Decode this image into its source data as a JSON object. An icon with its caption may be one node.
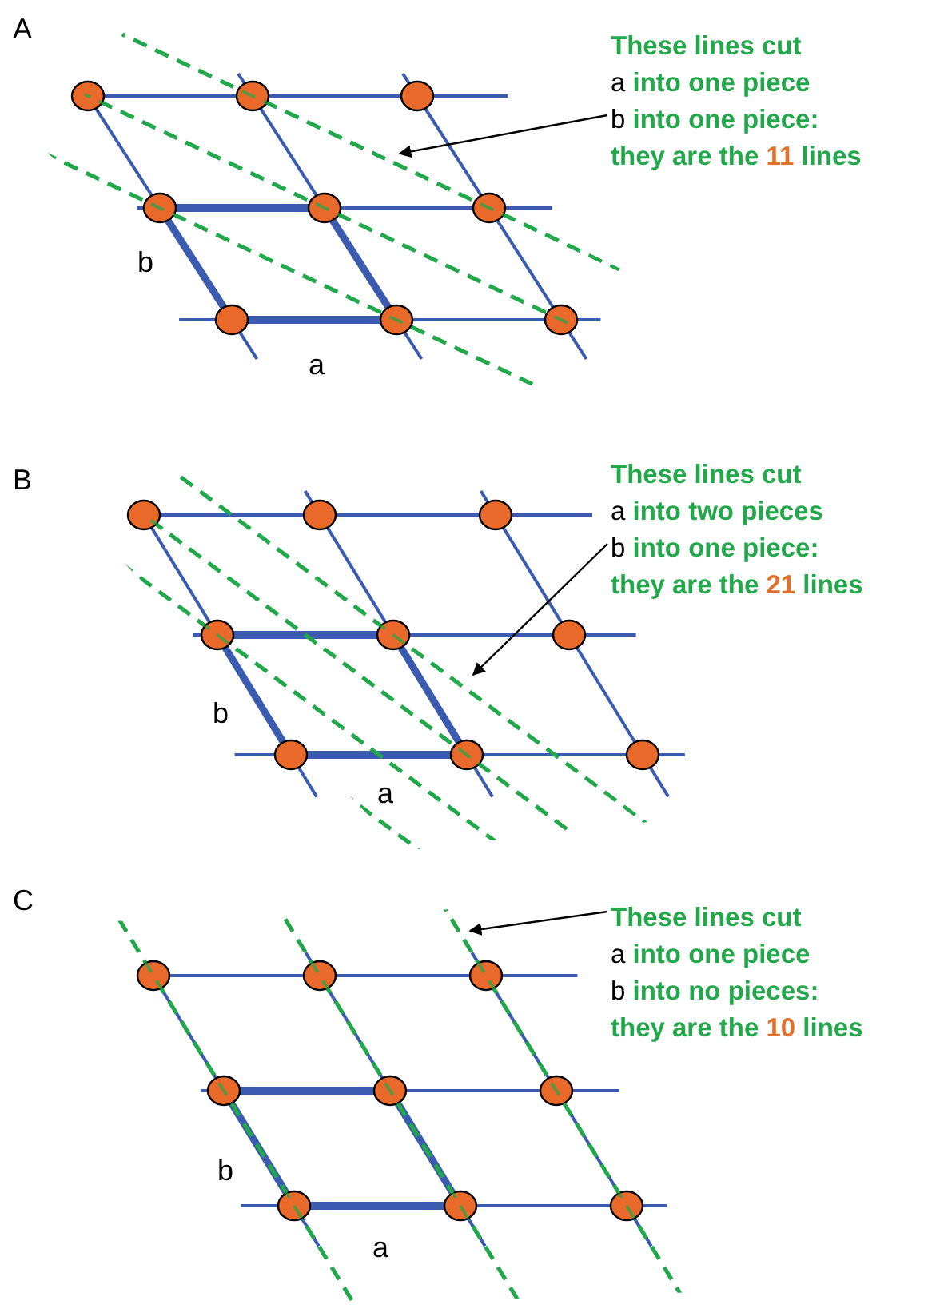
{
  "diagram": {
    "nodes": [
      {
        "text": [
          "These lines cut",
          "a **into one piece**",
          "b **into one piece:**",
          "they are the **11** lines"
        ]
      },
      {
        "text": [
          "These lines cut",
          "a **into two pieces**",
          "b **into one piece:**",
          "they are the **21** lines"
        ]
      },
      {
        "text": [
          "These lines cut",
          "a **into one piece**",
          "b **into no pieces:**",
          "they are the **10** lines"
        ]
      }
    ],
    "edges": [
      {
        "from": 0,
        "to": null,
        "arrow": "to"
      },
      {
        "from": 1,
        "to": null,
        "arrow": "to"
      },
      {
        "from": 2,
        "to": null,
        "arrow": "to"
      }
    ],
    "labels": [
      "A",
      "b",
      "a",
      "B",
      "b",
      "a",
      "C",
      "b",
      "a"
    ]
  }
}
